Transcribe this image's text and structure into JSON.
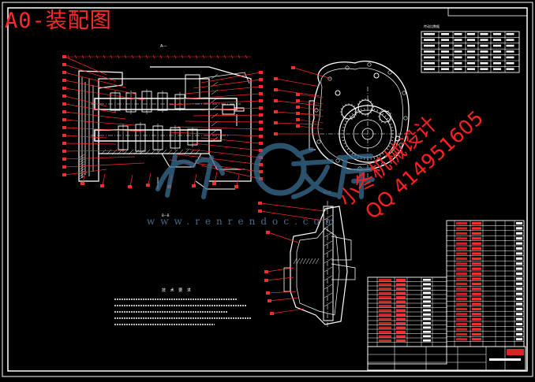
{
  "title": "A0-装配图",
  "watermark": {
    "site_url": "www.renrendoc.com",
    "designer": "小冬机械设计",
    "qq": "QQ 414951605"
  },
  "colors": {
    "background": "#000000",
    "frame": "#ffffff",
    "hatch": "#ffffff",
    "leader": "#ff2a2a",
    "watermark_blue": "#3a6e92",
    "watermark_red": "#ff2020"
  }
}
